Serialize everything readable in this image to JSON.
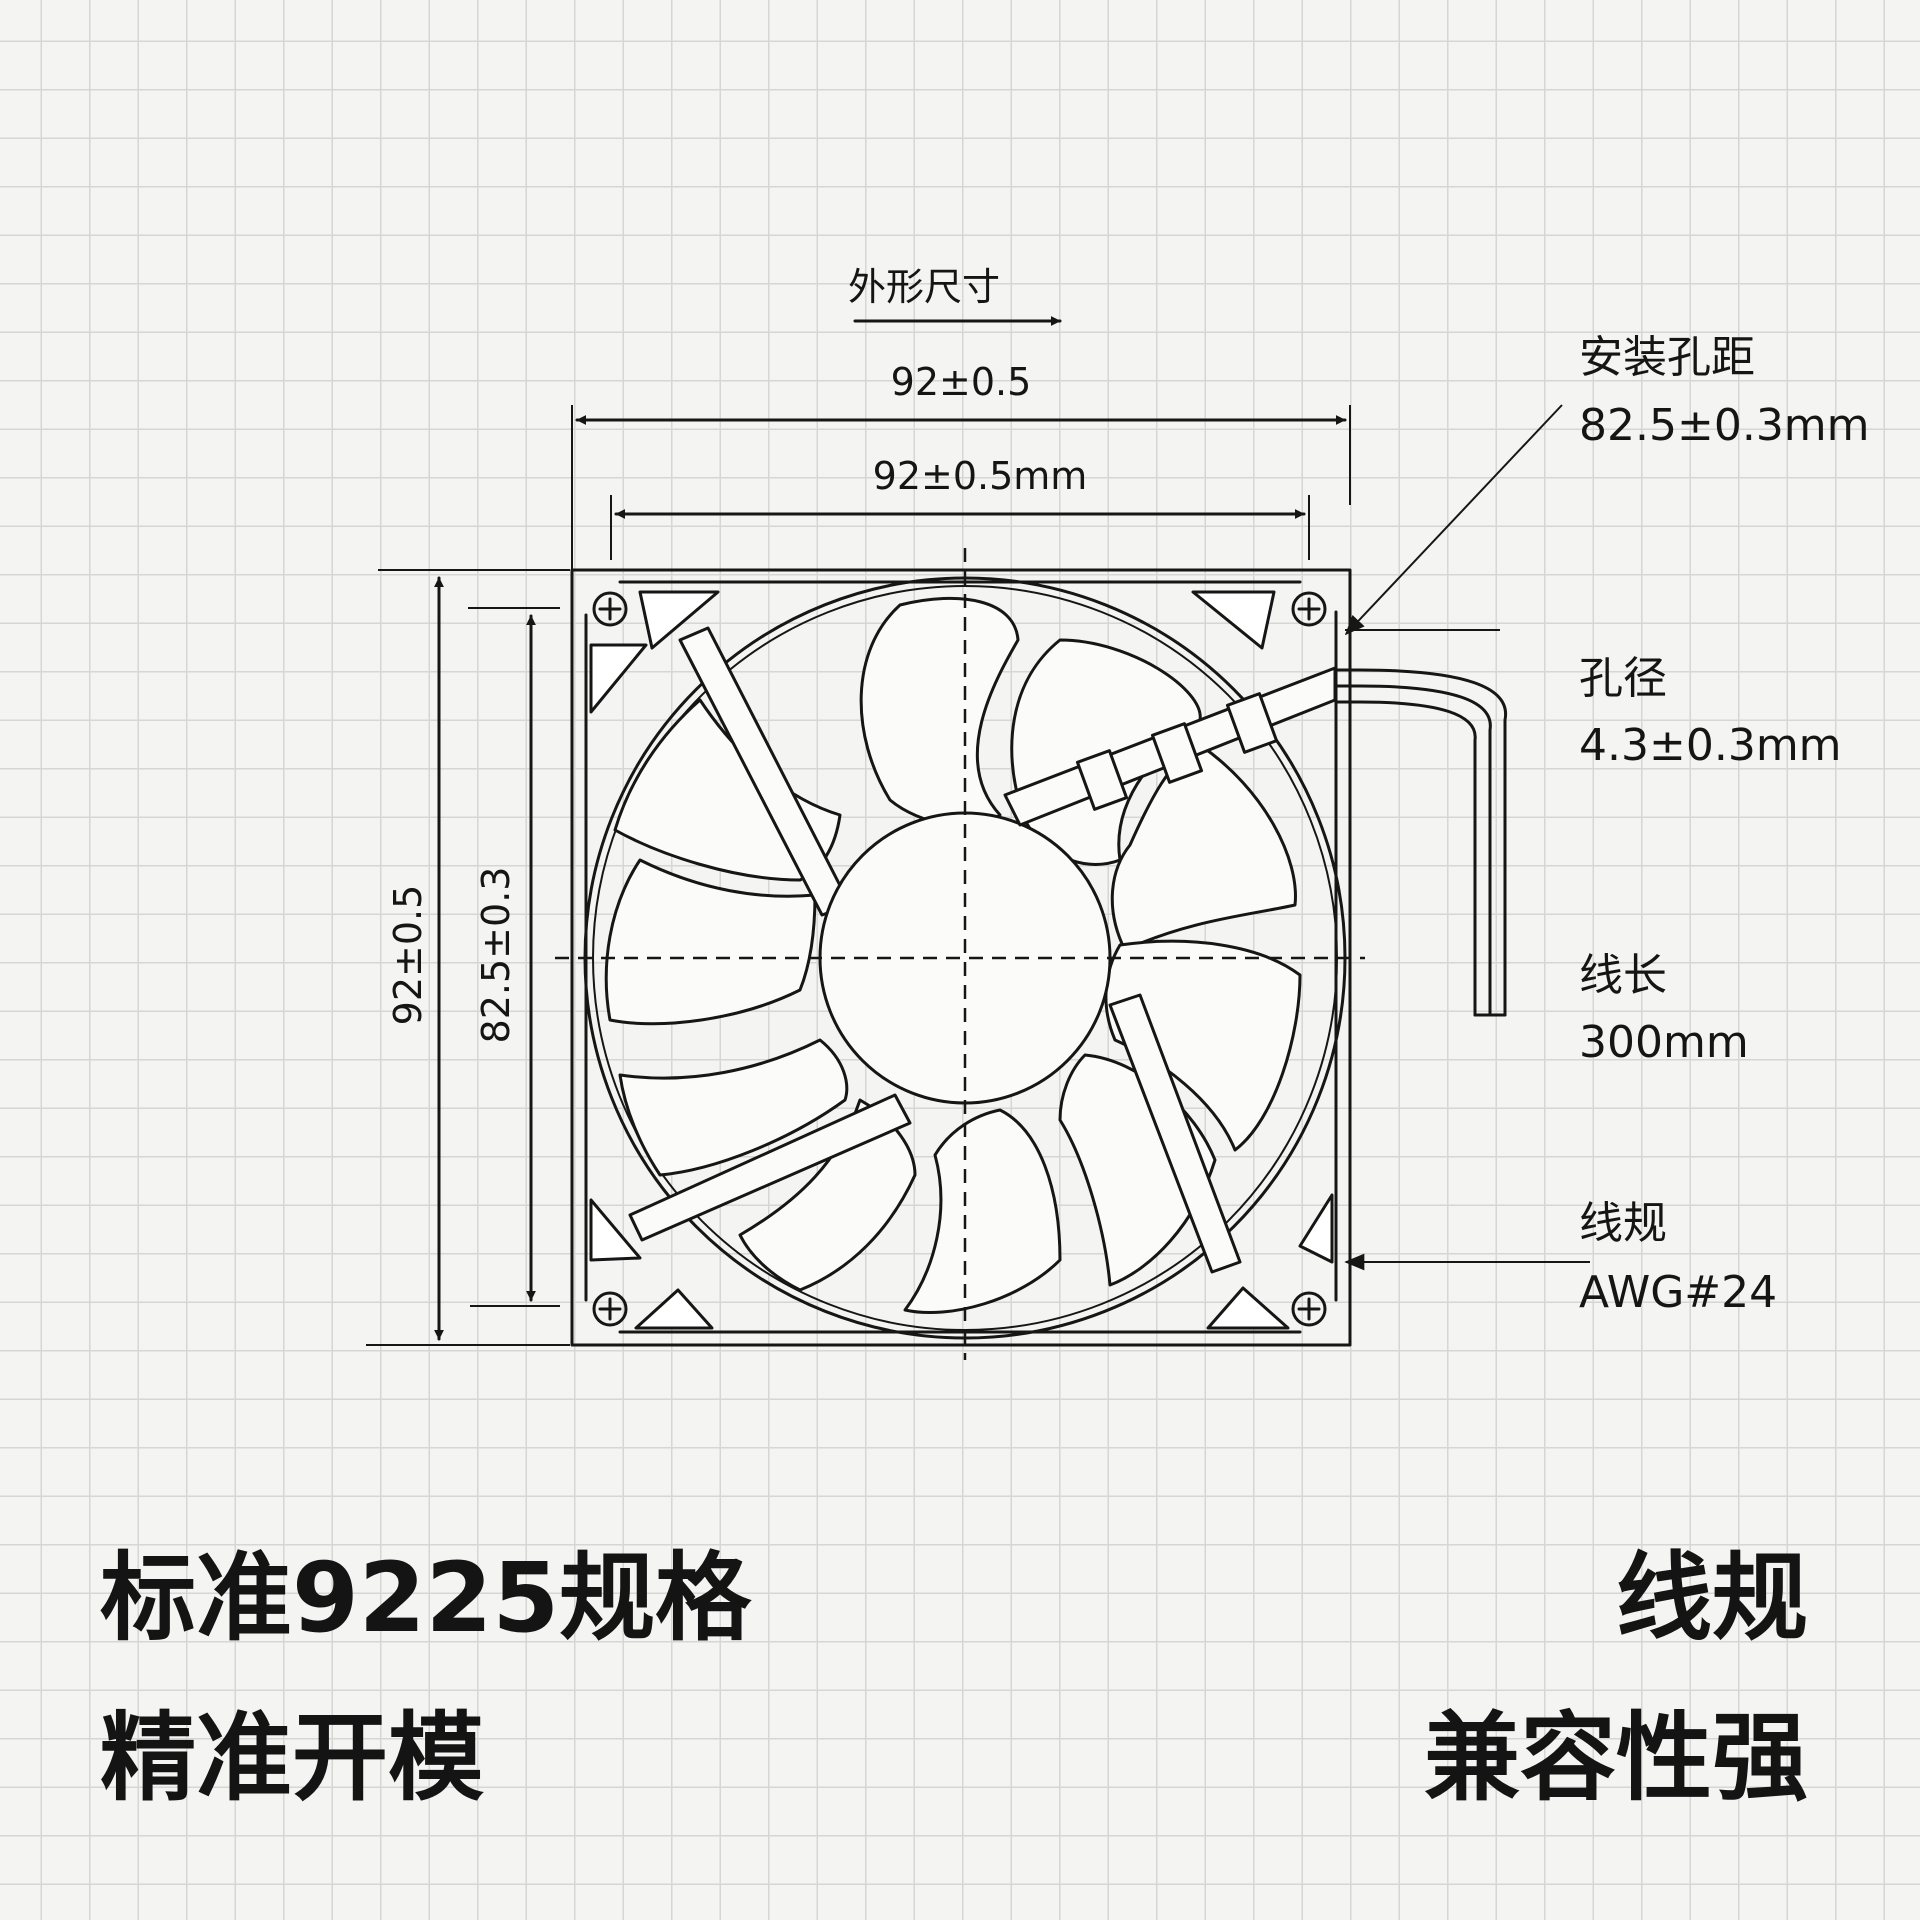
{
  "drawing": {
    "title": "外形尺寸",
    "dimensions": {
      "outer_width": "92±0.5",
      "mounting_width": "92±0.5mm",
      "outer_height": "92±0.5",
      "mounting_height": "82.5±0.3"
    },
    "callouts": [
      {
        "label": "安装孔距",
        "value": "82.5±0.3mm"
      },
      {
        "label": "孔径",
        "value": "4.3±0.3mm"
      },
      {
        "label": "线长",
        "value": "300mm"
      },
      {
        "label": "线规",
        "value": "AWG#24"
      }
    ]
  },
  "captions": {
    "left_line1": "标准9225规格",
    "left_line2": "精准开模",
    "right_line1": "线规",
    "right_line2": "兼容性强"
  }
}
